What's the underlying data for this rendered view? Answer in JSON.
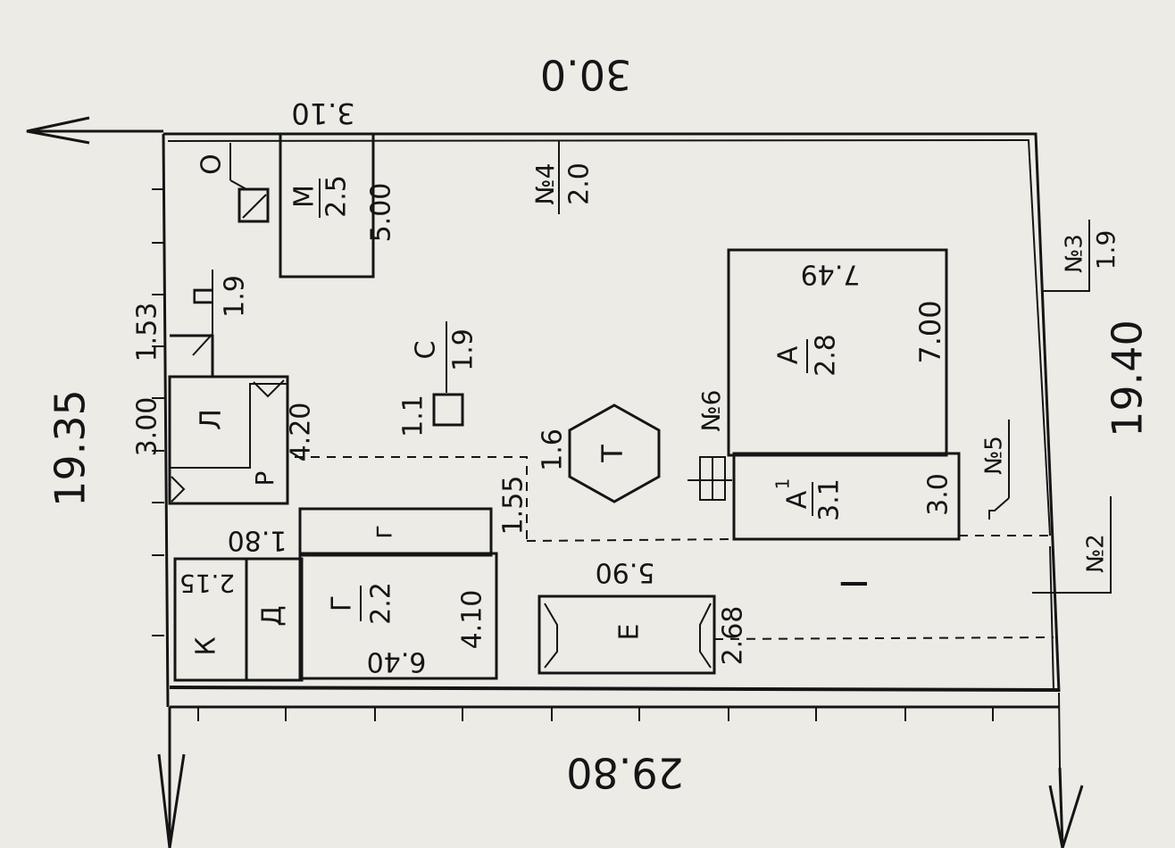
{
  "dimensions": {
    "top_width": "30.0",
    "bottom_width": "29.80",
    "left_depth": "19.35",
    "right_depth": "19.40"
  },
  "left_segments": {
    "a": "1.53",
    "b": "3.00"
  },
  "buildings": {
    "M": {
      "letter": "М",
      "floors": "2.5",
      "width": "3.10",
      "length": "5.00"
    },
    "A": {
      "letter": "А",
      "floors": "2.8",
      "width": "7.49",
      "length": "7.00"
    },
    "A1": {
      "letter": "А",
      "sup": "1",
      "floors": "3.1",
      "length": "3.0"
    },
    "G": {
      "letter": "Г",
      "floors": "2.2",
      "width": "6.40",
      "length": "4.10"
    },
    "g": {
      "letter": "г",
      "width": "1.80"
    },
    "D": {
      "letter": "Д"
    },
    "K": {
      "letter": "К",
      "width": "2.15"
    },
    "L": {
      "letter": "Л",
      "length": "4.20"
    },
    "E": {
      "letter": "Е",
      "width": "5.90",
      "length": "2.68"
    },
    "T": {
      "letter": "Т",
      "offset": "1.6",
      "offset2": "1.55"
    },
    "O": {
      "letter": "О"
    },
    "P": {
      "letter": "П",
      "floors": "1.9"
    },
    "S": {
      "letter": "С",
      "floors": "1.9",
      "offset": "1.1"
    },
    "R": {
      "letter": "Р"
    },
    "yard": {
      "letter": "I"
    }
  },
  "fences": {
    "f2": {
      "label": "№2"
    },
    "f3": {
      "label": "№3",
      "height": "1.9"
    },
    "f4": {
      "label": "№4",
      "height": "2.0"
    },
    "f5": {
      "label": "№5"
    },
    "f6": {
      "label": "№6"
    }
  }
}
